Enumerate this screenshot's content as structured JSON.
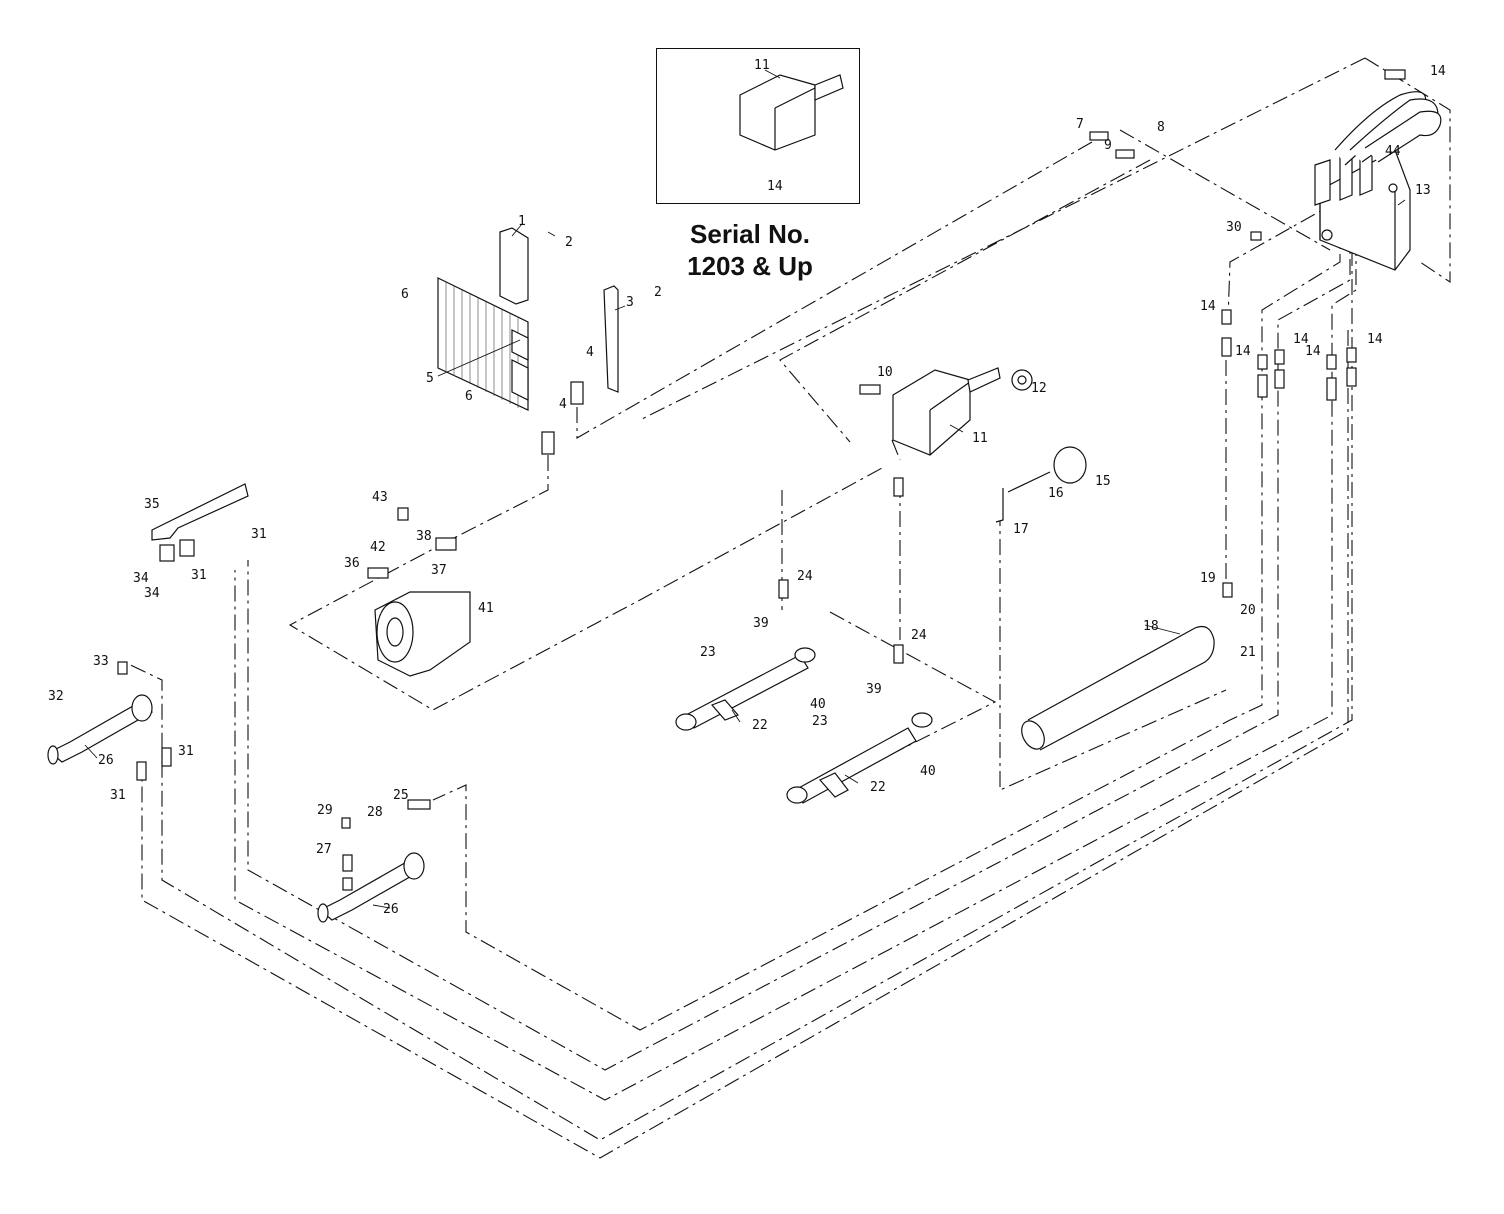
{
  "caption": {
    "line1": "Serial No.",
    "line2": "1203 & Up"
  },
  "callouts": [
    "1",
    "2",
    "2",
    "3",
    "4",
    "4",
    "5",
    "6",
    "6",
    "7",
    "8",
    "9",
    "10",
    "11",
    "11",
    "12",
    "13",
    "14",
    "14",
    "14",
    "14",
    "14",
    "14",
    "14",
    "15",
    "16",
    "17",
    "18",
    "19",
    "20",
    "21",
    "22",
    "22",
    "23",
    "23",
    "24",
    "24",
    "25",
    "26",
    "26",
    "27",
    "28",
    "29",
    "30",
    "31",
    "31",
    "31",
    "31",
    "32",
    "33",
    "34",
    "34",
    "35",
    "36",
    "37",
    "38",
    "39",
    "39",
    "40",
    "40",
    "41",
    "42",
    "43",
    "44"
  ]
}
